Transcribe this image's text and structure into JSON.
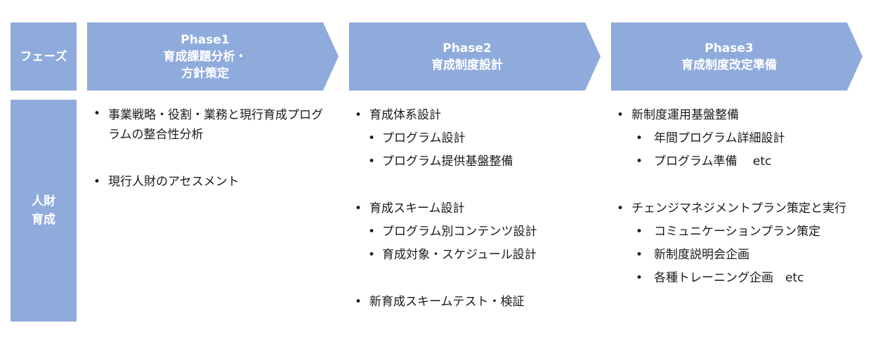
{
  "row_labels": {
    "phase": "フェーズ",
    "people_line1": "人財",
    "people_line2": "育成"
  },
  "phases": [
    {
      "title": "Phase1",
      "sub1": "育成課題分析・",
      "sub2": "方針策定"
    },
    {
      "title": "Phase2",
      "sub1": "育成制度設計",
      "sub2": ""
    },
    {
      "title": "Phase3",
      "sub1": "育成制度改定準備",
      "sub2": ""
    }
  ],
  "bullet_glyph": "•",
  "column1": {
    "item1": "事業戦略・役割・業務と現行育成プログラムの整合性分析",
    "item2": "現行人財のアセスメント"
  },
  "column2": {
    "g1": "育成体系設計",
    "g1_s1": "プログラム設計",
    "g1_s2": "プログラム提供基盤整備",
    "g2": "育成スキーム設計",
    "g2_s1": "プログラム別コンテンツ設計",
    "g2_s2": "育成対象・スケジュール設計",
    "g3": "新育成スキームテスト・検証"
  },
  "column3": {
    "g1": "新制度運用基盤整備",
    "g1_s1": "年間プログラム詳細設計",
    "g1_s2": "プログラム準備　 etc",
    "g2": "チェンジマネジメントプラン策定と実行",
    "g2_s1": "コミュニケーションプラン策定",
    "g2_s2": "新制度説明会企画",
    "g2_s3": "各種トレーニング企画　etc"
  },
  "colors": {
    "accent": "#8fabdc",
    "text": "#1a1a1a"
  }
}
